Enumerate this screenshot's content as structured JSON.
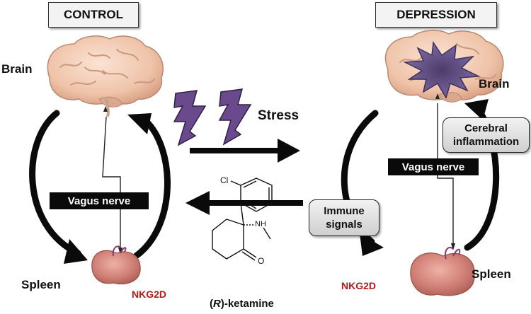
{
  "control": {
    "title": "CONTROL",
    "brain_label": "Brain",
    "spleen_label": "Spleen",
    "nkg2d_label": "NKG2D",
    "vagus_label": "Vagus nerve"
  },
  "depression": {
    "title": "DEPRESSION",
    "brain_label": "Brain",
    "spleen_label": "Spleen",
    "nkg2d_label": "NKG2D",
    "vagus_label": "Vagus nerve",
    "inflammation_label": "Cerebral inflammation",
    "immune_label": "Immune signals"
  },
  "center": {
    "stress_label": "Stress",
    "drug_label_prefix": "(",
    "drug_label_r": "R",
    "drug_label_suffix": ")-ketamine",
    "atom_cl": "Cl",
    "atom_nh": "NH",
    "atom_o": "O"
  },
  "colors": {
    "lightning": "#6a4a8c",
    "brain": "#f0c8b0",
    "spleen": "#c97870",
    "nkg2d": "#b31b1b",
    "lesion": "#6b5a9a"
  }
}
